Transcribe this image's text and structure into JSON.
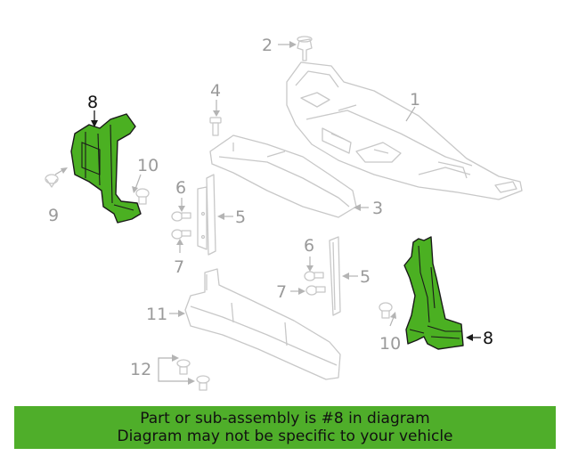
{
  "banner": {
    "line1": "Part or sub-assembly is #8 in diagram",
    "line2": "Diagram may not be specific to your vehicle"
  },
  "callouts": {
    "c1": "1",
    "c2": "2",
    "c3": "3",
    "c4": "4",
    "c5a": "5",
    "c5b": "5",
    "c6a": "6",
    "c6b": "6",
    "c7a": "7",
    "c7b": "7",
    "c8a": "8",
    "c8b": "8",
    "c9": "9",
    "c10a": "10",
    "c10b": "10",
    "c11": "11",
    "c12": "12"
  },
  "colors": {
    "highlight": "#4bb022",
    "banner": "#4fae2a",
    "ghost_line": "#c8c8c8"
  }
}
